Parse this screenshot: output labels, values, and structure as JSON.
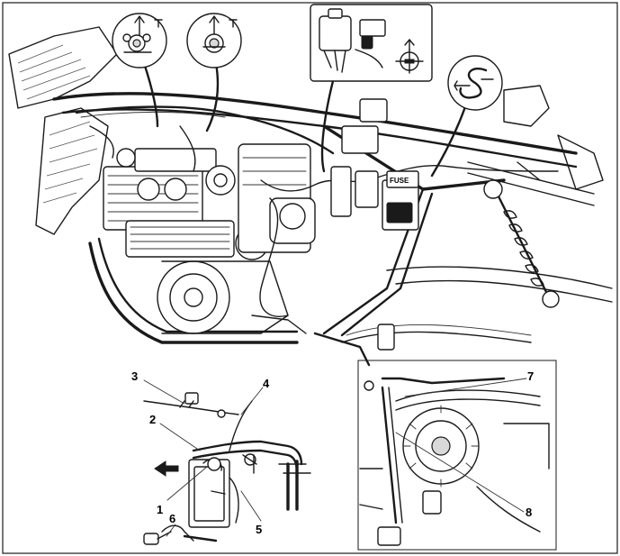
{
  "diagram": {
    "fuse_box_text": "FUSE",
    "callouts": [
      {
        "id": "1",
        "text": "1"
      },
      {
        "id": "2",
        "text": "2"
      },
      {
        "id": "3",
        "text": "3"
      },
      {
        "id": "4",
        "text": "4"
      },
      {
        "id": "5",
        "text": "5"
      },
      {
        "id": "6",
        "text": "6"
      },
      {
        "id": "7",
        "text": "7"
      },
      {
        "id": "8",
        "text": "8"
      }
    ],
    "icons": [
      "clamp-detail-icon",
      "connector-detail-icon",
      "cable-loop-detail-icon",
      "front-direction-arrow-icon"
    ],
    "colors": {
      "line": "#1a1a1a",
      "background": "#ffffff"
    }
  }
}
